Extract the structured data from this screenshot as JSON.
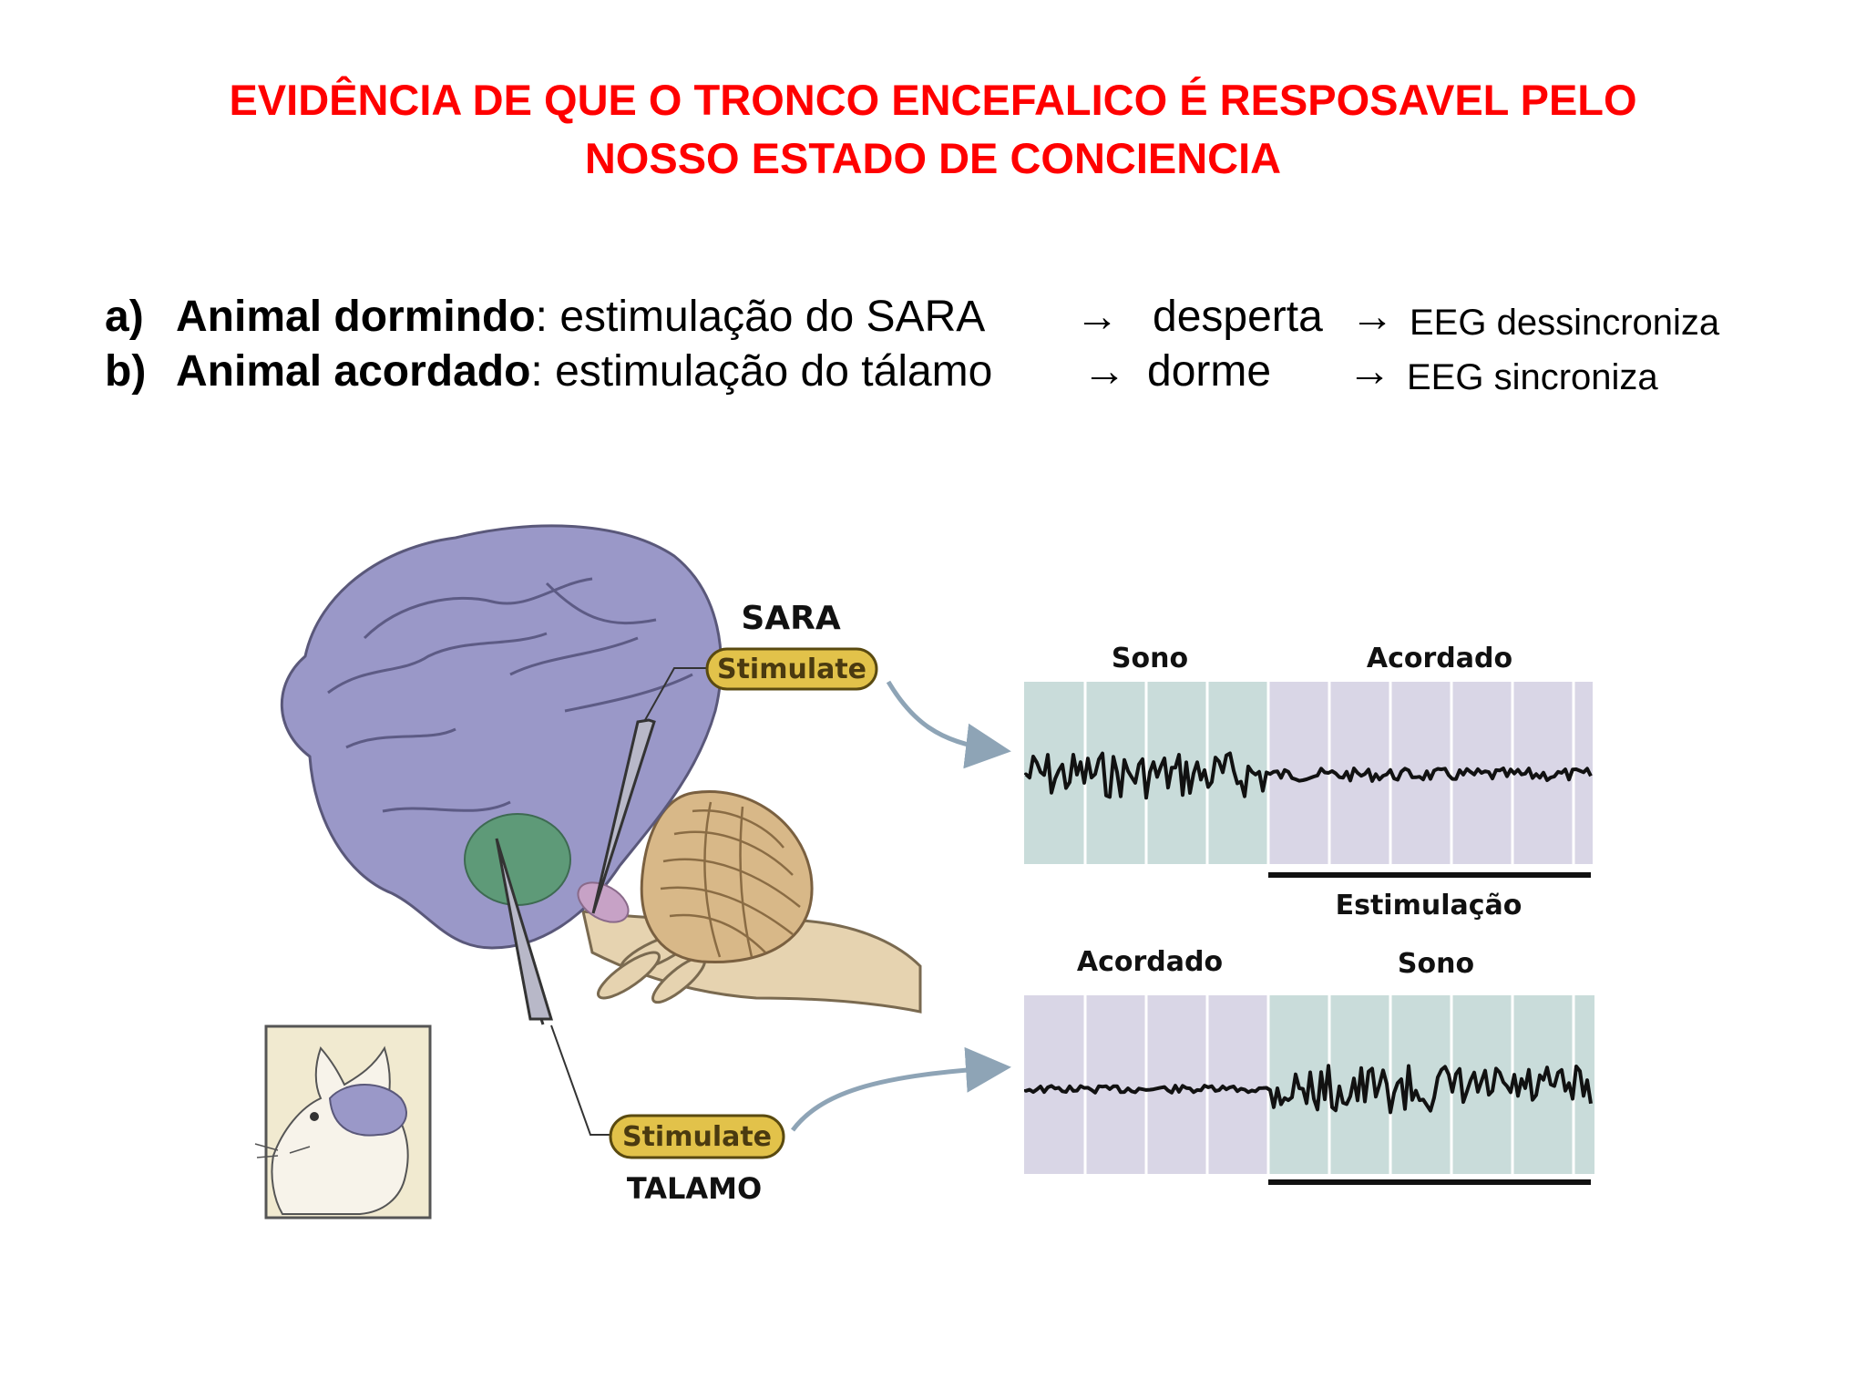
{
  "title": {
    "line1": "EVIDÊNCIA DE QUE O TRONCO ENCEFALICO É RESPOSAVEL PELO",
    "line2": "NOSSO ESTADO DE CONCIENCIA"
  },
  "statements": [
    {
      "marker": "a)",
      "lead": "Animal dormindo",
      "text": ": estimulação do SARA",
      "arrow1": "→",
      "result": "desperta",
      "arrow2": "→",
      "eeg": "EEG dessincroniza"
    },
    {
      "marker": "b)",
      "lead": "Animal acordado",
      "text": ": estimulação do tálamo",
      "arrow1": "→",
      "result": "dorme",
      "arrow2": "→",
      "eeg": "EEG sincroniza"
    }
  ],
  "figure": {
    "sara_label": "SARA",
    "stimulate_top": "Stimulate",
    "stimulate_bottom": "Stimulate",
    "talamo_label": "TALAMO",
    "panel_top": {
      "left_label": "Sono",
      "right_label": "Acordado",
      "bar_label": "Estimulação"
    },
    "panel_bottom": {
      "left_label": "Acordado",
      "right_label": "Sono"
    },
    "colors": {
      "title": "#ff0000",
      "brain": "#9a98c8",
      "thalamus": "#5e9a78",
      "cerebellum": "#d8b888",
      "brainstem": "#e6d3b0",
      "stimulate_badge": "#e2c24a",
      "eeg_teal": "#c9dcda",
      "eeg_lavender": "#d9d6e6",
      "inset_bg": "#f1ead0"
    }
  }
}
